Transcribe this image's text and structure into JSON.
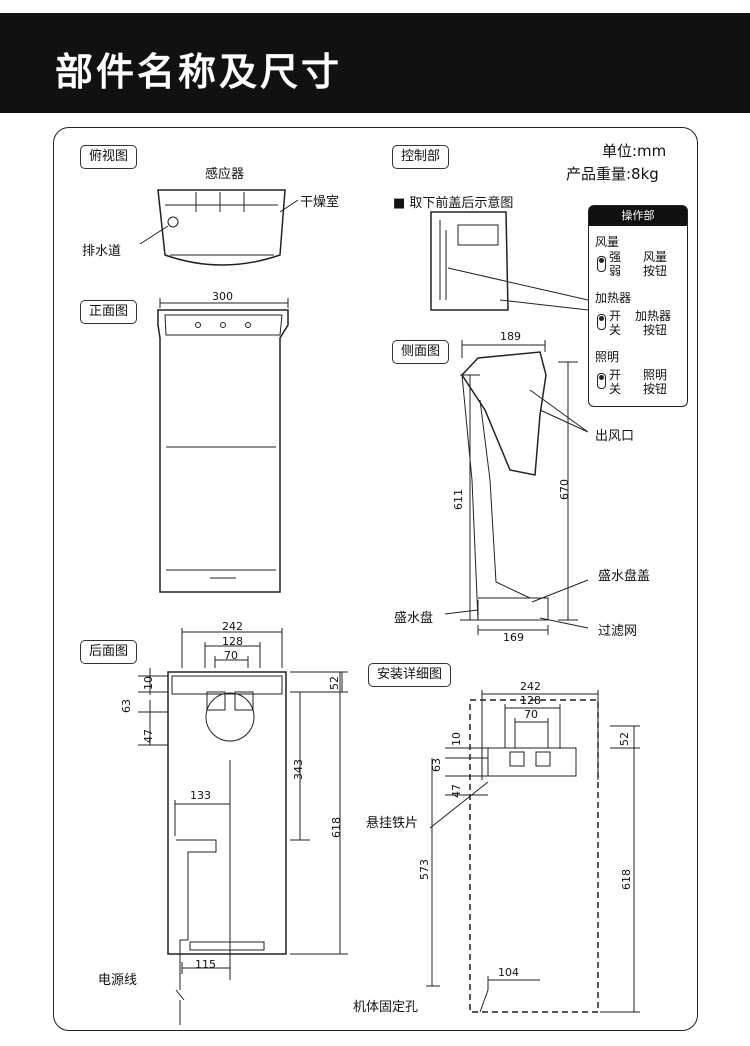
{
  "header": {
    "title": "部件名称及尺寸"
  },
  "info": {
    "unit": "单位:mm",
    "weight": "产品重量:8kg"
  },
  "sections": {
    "top_view": "俯视图",
    "front_view": "正面图",
    "back_view": "后面图",
    "control": "控制部",
    "side_view": "侧面图",
    "install": "安装详细图"
  },
  "labels": {
    "sensor": "感应器",
    "dryer": "干燥室",
    "drain": "排水道",
    "front_cover_removed": "■ 取下前盖后示意图",
    "air_outlet": "出风口",
    "tray_cover": "盛水盘盖",
    "tray": "盛水盘",
    "filter": "过滤网",
    "power_cord": "电源线",
    "hanging_plate": "悬挂铁片",
    "fix_hole": "机体固定孔"
  },
  "control_panel": {
    "title": "操作部",
    "groups": [
      {
        "name": "风量",
        "opt1": "强",
        "opt2": "弱",
        "btn1": "风量",
        "btn2": "按钮"
      },
      {
        "name": "加热器",
        "opt1": "开",
        "opt2": "关",
        "btn1": "加热器",
        "btn2": "按钮"
      },
      {
        "name": "照明",
        "opt1": "开",
        "opt2": "关",
        "btn1": "照明",
        "btn2": "按钮"
      }
    ]
  },
  "dims": {
    "front_w": "300",
    "side_top": "189",
    "side_h1": "611",
    "side_h2": "670",
    "side_bottom": "169",
    "back_242": "242",
    "back_128": "128",
    "back_70": "70",
    "back_10": "10",
    "back_63": "63",
    "back_47": "47",
    "back_52": "52",
    "back_343": "343",
    "back_618": "618",
    "back_133": "133",
    "back_115": "115",
    "ins_242": "242",
    "ins_128": "128",
    "ins_70": "70",
    "ins_10": "10",
    "ins_63": "63",
    "ins_47": "47",
    "ins_52": "52",
    "ins_573": "573",
    "ins_618": "618",
    "ins_104": "104"
  }
}
